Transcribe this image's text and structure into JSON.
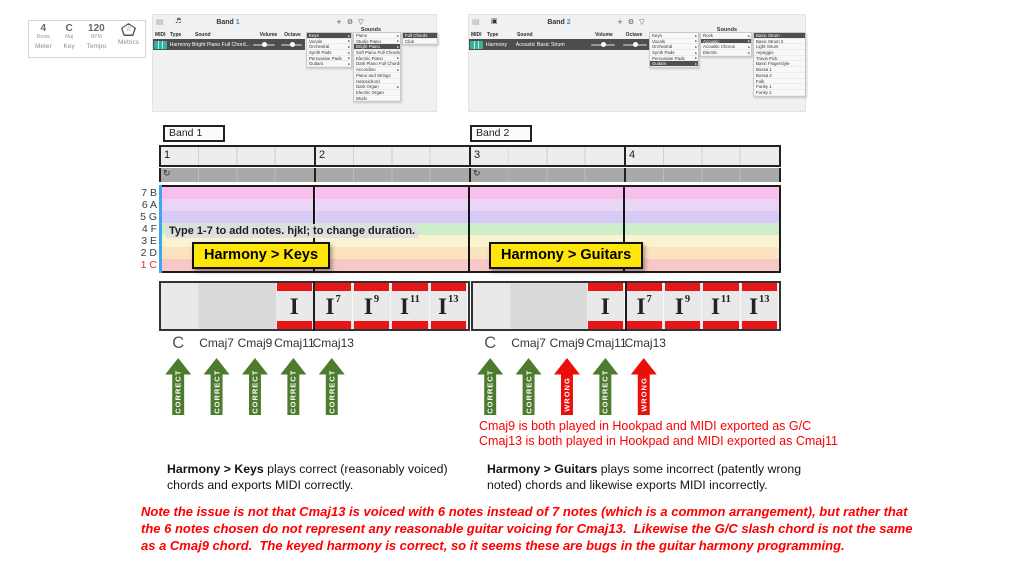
{
  "icons": {
    "grid": "▤",
    "note_pair": "♬",
    "disk": "▣",
    "plus": "+",
    "gear": "⚙",
    "filter": "▽",
    "submenu": "▸",
    "refresh": "↻",
    "star": "☆"
  },
  "colors": {
    "accent_teal": "#35b29a",
    "band_number_blue": "#3f8fd0",
    "chord_red": "#e91617",
    "label_yellow": "#ffe60a",
    "arrow_green": "#4e7c2f",
    "arrow_red": "#e90f0b",
    "note_red": "#fe0000"
  },
  "metrics": {
    "meter_value": "4",
    "meter_sub": "Beats",
    "meter_label": "Meter",
    "key_value": "C",
    "key_sub": "Maj",
    "key_label": "Key",
    "tempo_value": "120",
    "tempo_sub": "BPM",
    "tempo_label": "Tempo",
    "metrics_label": "Metrics"
  },
  "band1_app": {
    "title_prefix": "Band",
    "title_number": "1",
    "sounds_label": "Sounds",
    "columns": [
      "MIDI",
      "Type",
      "Sound",
      "Volume",
      "Octave"
    ],
    "row": {
      "type": "Harmony",
      "sound": "Bright Piano Full Chord..."
    },
    "menu1": [
      {
        "label": "Keys",
        "state": "sel",
        "arrow": true
      },
      {
        "label": "Vocals",
        "state": "norm",
        "arrow": true
      },
      {
        "label": "Orchestral",
        "state": "norm",
        "arrow": true
      },
      {
        "label": "Synth Pads",
        "state": "norm",
        "arrow": true
      },
      {
        "label": "Percussive Pads",
        "state": "norm",
        "arrow": true
      },
      {
        "label": "Guitars",
        "state": "norm",
        "arrow": true
      }
    ],
    "menu2": [
      {
        "label": "Piano",
        "state": "norm",
        "arrow": true
      },
      {
        "label": "Studio Piano",
        "state": "norm",
        "arrow": true
      },
      {
        "label": "Bright Piano",
        "state": "sel",
        "arrow": true
      },
      {
        "label": "Soft Piano Full Chords",
        "state": "norm",
        "arrow": false
      },
      {
        "label": "Electric Piano",
        "state": "norm",
        "arrow": true
      },
      {
        "label": "Dark Piano Full Chords",
        "state": "norm",
        "arrow": false
      },
      {
        "label": "Accordion",
        "state": "norm",
        "arrow": true
      },
      {
        "label": "Piano and Strings",
        "state": "norm",
        "arrow": false
      },
      {
        "label": "Harpsichord",
        "state": "norm",
        "arrow": false
      },
      {
        "label": "Dark Organ",
        "state": "norm",
        "arrow": true
      },
      {
        "label": "Electric Organ",
        "state": "norm",
        "arrow": false
      },
      {
        "label": "Wurly",
        "state": "norm",
        "arrow": false
      }
    ],
    "menu3": [
      {
        "label": "Full Chords",
        "state": "sel",
        "arrow": false
      },
      {
        "label": "Club",
        "state": "norm",
        "arrow": false
      }
    ]
  },
  "band2_app": {
    "title_prefix": "Band",
    "title_number": "2",
    "sounds_label": "Sounds",
    "columns": [
      "MIDI",
      "Type",
      "Sound",
      "Volume",
      "Octave"
    ],
    "row": {
      "type": "Harmony",
      "sound": "Acoustic Basic Strum"
    },
    "menu1": [
      {
        "label": "Keys",
        "state": "norm",
        "arrow": true
      },
      {
        "label": "Vocals",
        "state": "norm",
        "arrow": true
      },
      {
        "label": "Orchestral",
        "state": "norm",
        "arrow": true
      },
      {
        "label": "Synth Pads",
        "state": "norm",
        "arrow": true
      },
      {
        "label": "Percussive Pads",
        "state": "norm",
        "arrow": true
      },
      {
        "label": "Guitars",
        "state": "sel",
        "arrow": true
      }
    ],
    "menu2": [
      {
        "label": "Rock",
        "state": "norm",
        "arrow": true
      },
      {
        "label": "Acoustic",
        "state": "sel",
        "arrow": true
      },
      {
        "label": "Acoustic Chorus",
        "state": "norm",
        "arrow": true
      },
      {
        "label": "Electric",
        "state": "norm",
        "arrow": true
      }
    ],
    "menu3": [
      {
        "label": "Basic Strum",
        "state": "sel",
        "arrow": false
      },
      {
        "label": "Basic Strum 2",
        "state": "norm",
        "arrow": false
      },
      {
        "label": "Light Strum",
        "state": "norm",
        "arrow": false
      },
      {
        "label": "Arpeggio",
        "state": "norm",
        "arrow": false
      },
      {
        "label": "Travis Pick",
        "state": "norm",
        "arrow": false
      },
      {
        "label": "Basic Fingerstyle",
        "state": "norm",
        "arrow": false
      },
      {
        "label": "Bossa 1",
        "state": "norm",
        "arrow": false
      },
      {
        "label": "Bossa 2",
        "state": "norm",
        "arrow": false
      },
      {
        "label": "Folk",
        "state": "norm",
        "arrow": false
      },
      {
        "label": "Funky 1",
        "state": "norm",
        "arrow": false
      },
      {
        "label": "Funky 2",
        "state": "norm",
        "arrow": false
      }
    ]
  },
  "timeline": {
    "band1_label": "Band 1",
    "band2_label": "Band 2",
    "measures": [
      {
        "num": "1"
      },
      {
        "num": "2"
      },
      {
        "num": "3"
      },
      {
        "num": "4"
      }
    ],
    "rows": [
      {
        "label": "7 B",
        "color": "#f7bfe9",
        "label_color": "#3c3c3c"
      },
      {
        "label": "6 A",
        "color": "#e9d6f7",
        "label_color": "#3c3c3c"
      },
      {
        "label": "5 G",
        "color": "#d9c9f6",
        "label_color": "#3c3c3c"
      },
      {
        "label": "4 F",
        "color": "#cdeecb",
        "label_color": "#3c3c3c"
      },
      {
        "label": "3 E",
        "color": "#faf3cf",
        "label_color": "#3c3c3c"
      },
      {
        "label": "2 D",
        "color": "#fce3bf",
        "label_color": "#3c3c3c"
      },
      {
        "label": "1 C",
        "color": "#f8c7c7",
        "label_color": "#e03030"
      }
    ],
    "hint": "Type 1-7 to add notes. hjkl; to change duration."
  },
  "labels": {
    "keys": "Harmony > Keys",
    "guitars": "Harmony > Guitars"
  },
  "chords": {
    "cells": [
      {
        "numeral": "I",
        "sup": ""
      },
      {
        "numeral": "I",
        "sup": "7"
      },
      {
        "numeral": "I",
        "sup": "9"
      },
      {
        "numeral": "I",
        "sup": "11"
      },
      {
        "numeral": "I",
        "sup": "13"
      }
    ],
    "names": [
      {
        "name": "C",
        "size": "big"
      },
      {
        "name": "Cmaj7",
        "size": ""
      },
      {
        "name": "Cmaj9",
        "size": ""
      },
      {
        "name": "Cmaj11",
        "size": ""
      },
      {
        "name": "Cmaj13",
        "size": ""
      }
    ],
    "band1_arrows": [
      {
        "text": "CORRECT",
        "status": "correct"
      },
      {
        "text": "CORRECT",
        "status": "correct"
      },
      {
        "text": "CORRECT",
        "status": "correct"
      },
      {
        "text": "CORRECT",
        "status": "correct"
      },
      {
        "text": "CORRECT",
        "status": "correct"
      }
    ],
    "band2_arrows": [
      {
        "text": "CORRECT",
        "status": "correct"
      },
      {
        "text": "CORRECT",
        "status": "correct"
      },
      {
        "text": "WRONG",
        "status": "wrong"
      },
      {
        "text": "CORRECT",
        "status": "correct"
      },
      {
        "text": "WRONG",
        "status": "wrong"
      }
    ]
  },
  "captions": {
    "band2_error_line1": "Cmaj9 is both played in Hookpad and MIDI exported as G/C",
    "band2_error_line2": "Cmaj13 is both played in Hookpad and MIDI exported as Cmaj11",
    "keys_bold": "Harmony > Keys",
    "keys_rest": " plays correct (reasonably voiced) chords and exports MIDI correctly.",
    "guitars_bold": "Harmony > Guitars",
    "guitars_rest": " plays some incorrect (patently wrong noted) chords and likewise exports MIDI incorrectly.",
    "bottom_note": "Note the issue is not that Cmaj13 is voiced with 6 notes instead of 7 notes (which is a common arrangement), but rather that the 6 notes chosen do not represent any reasonable guitar voicing for Cmaj13.  Likewise the G/C slash chord is not the same as a Cmaj9 chord.  The keyed harmony is correct, so it seems these are bugs in the guitar harmony programming."
  }
}
